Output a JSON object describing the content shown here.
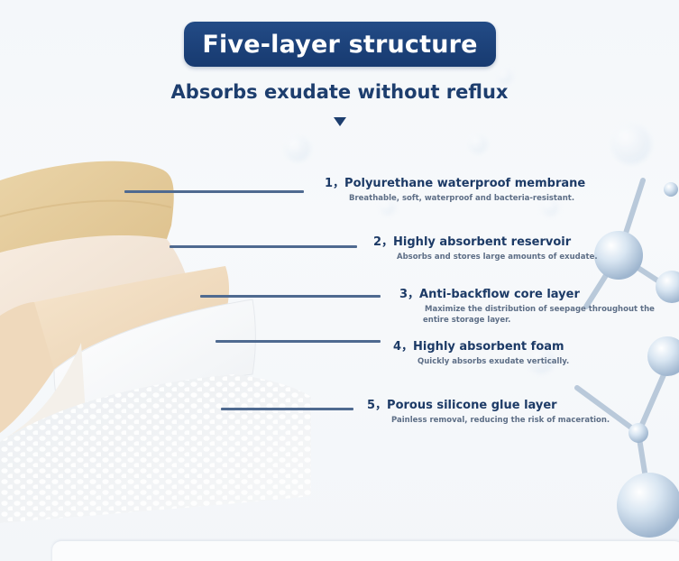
{
  "header": {
    "title": "Five-layer structure",
    "subtitle": "Absorbs exudate without reflux"
  },
  "layers": [
    {
      "title": "1，Polyurethane waterproof membrane",
      "desc": [
        "Breathable, soft, waterproof and bacteria-resistant."
      ]
    },
    {
      "title": "2，Highly absorbent reservoir",
      "desc": [
        "Absorbs and stores large amounts of exudate."
      ]
    },
    {
      "title": "3，Anti-backflow core layer",
      "desc": [
        "Maximize the distribution of seepage throughout the",
        "entire storage layer."
      ]
    },
    {
      "title": "4，Highly absorbent foam",
      "desc": [
        "Quickly absorbs exudate vertically."
      ]
    },
    {
      "title": "5，Porous silicone glue layer",
      "desc": [
        "Painless removal, reducing the risk of maceration."
      ]
    }
  ],
  "colors": {
    "title_pill": "#1f4a86",
    "heading_text": "#1c3a66",
    "leader_line": "#4f6a90",
    "layer_1": "#e7cf9f",
    "layer_2": "#f3e4d3",
    "layer_3": "#f3dfc4",
    "layer_4": "#ffffff",
    "layer_5": "#f3f4f5"
  }
}
